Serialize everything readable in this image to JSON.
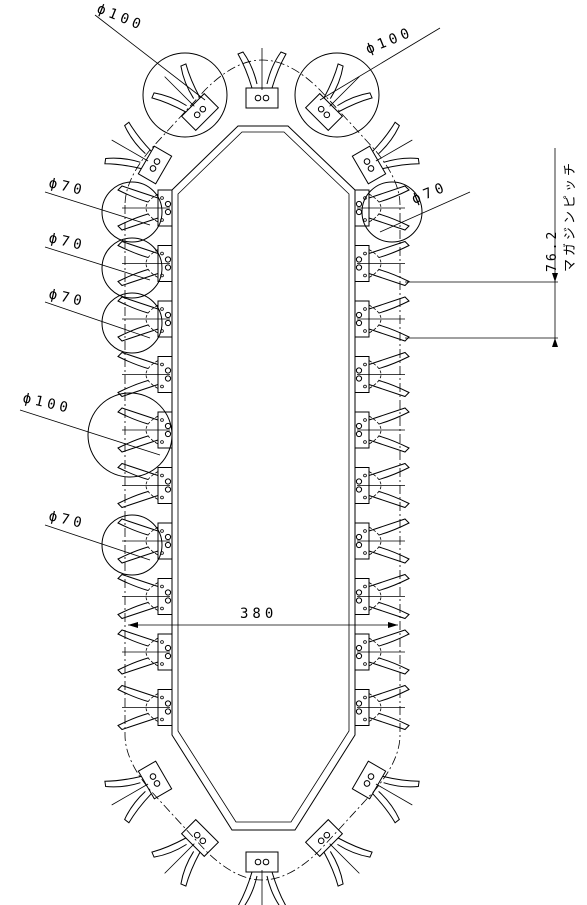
{
  "dimensions": {
    "width_label": "380",
    "pitch_value": "76.2",
    "pitch_label": "マガジンピッチ"
  },
  "pot_labels": [
    {
      "id": "top-left",
      "text": "ϕ100"
    },
    {
      "id": "top-right",
      "text": "ϕ100"
    },
    {
      "id": "left-1",
      "text": "ϕ70"
    },
    {
      "id": "left-2",
      "text": "ϕ70"
    },
    {
      "id": "left-3",
      "text": "ϕ70"
    },
    {
      "id": "left-4",
      "text": "ϕ100"
    },
    {
      "id": "left-5",
      "text": "ϕ70"
    },
    {
      "id": "right-1",
      "text": "ϕ70"
    }
  ]
}
